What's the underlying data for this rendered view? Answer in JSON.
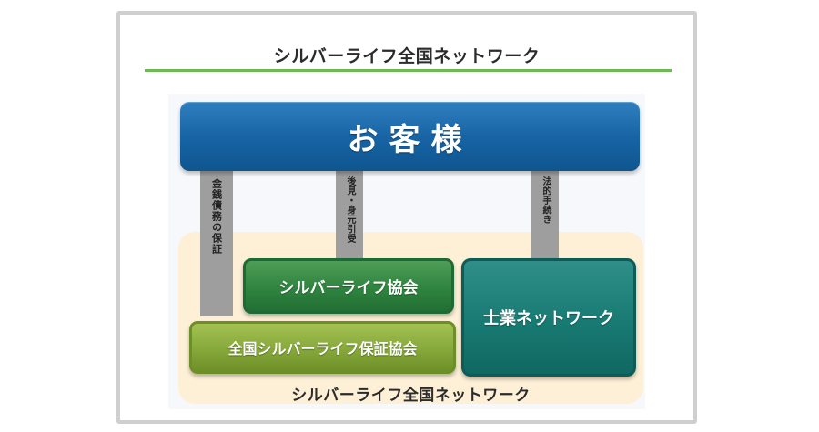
{
  "header": {
    "title": "シルバーライフ全国ネットワーク"
  },
  "diagram": {
    "customer": "お客様",
    "connectors": {
      "money": "金銭債務の保証",
      "guardianship": "後見・身元引受",
      "legal": "法的手続き"
    },
    "boxes": {
      "silver_life_assoc": "シルバーライフ協会",
      "guarantee_assoc": "全国シルバーライフ保証協会",
      "professional_network": "士業ネットワーク"
    },
    "network_label": "シルバーライフ全国ネットワーク"
  },
  "colors": {
    "title_rule": "#6fb856",
    "customer_blue": "#1662a3",
    "silver_assoc_green": "#2f8440",
    "guarantee_olive": "#86a73a",
    "professional_teal": "#187a73",
    "network_background": "#fdf0d7",
    "connector_gray": "#9e9e9e",
    "frame_border": "#cfcfcf"
  }
}
